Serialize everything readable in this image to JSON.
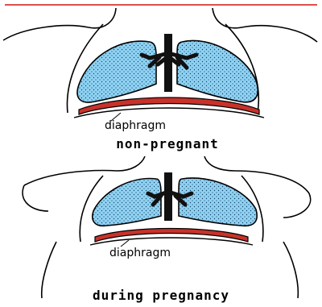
{
  "colors": {
    "top_rule": "#e0504a",
    "lung_fill": "#8fd3f4",
    "outline": "#000000",
    "diaphragm": "#c8322a",
    "background": "#ffffff"
  },
  "panels": [
    {
      "label": "diaphragm",
      "caption": "non-pregnant"
    },
    {
      "label": "diaphragm",
      "caption": "during pregnancy"
    }
  ]
}
